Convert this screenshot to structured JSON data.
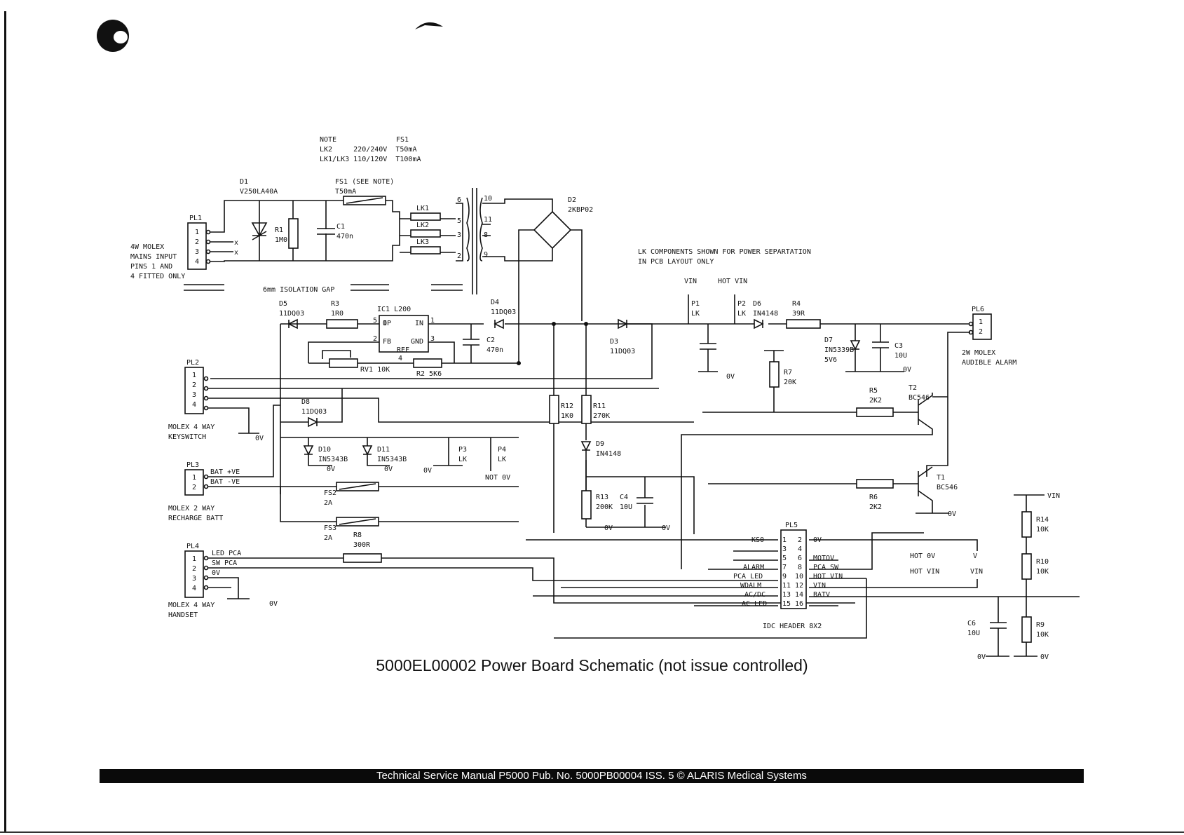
{
  "caption": "5000EL00002 Power Board Schematic (not issue controlled)",
  "footer": "Technical Service Manual P5000 Pub. No. 5000PB00004 ISS. 5 © ALARIS Medical Systems",
  "note": {
    "title": "NOTE",
    "col2": "FS1",
    "line1": "LK2     220/240V  T50mA",
    "line2": "LK1/LK3 110/120V  T100mA"
  },
  "lk_note": [
    "LK COMPONENTS SHOWN FOR POWER SEPARTATION",
    "IN PCB LAYOUT ONLY"
  ],
  "isolation_gap": "6mm ISOLATION GAP",
  "connectors": {
    "pl1": {
      "name": "PL1",
      "pins": [
        "1",
        "2",
        "3",
        "4"
      ],
      "desc": [
        "4W MOLEX",
        "MAINS INPUT",
        "PINS 1 AND",
        "4 FITTED ONLY"
      ]
    },
    "pl2": {
      "name": "PL2",
      "pins": [
        "1",
        "2",
        "3",
        "4"
      ],
      "desc": [
        "MOLEX 4 WAY",
        "KEYSWITCH"
      ]
    },
    "pl3": {
      "name": "PL3",
      "pins": [
        "1",
        "2"
      ],
      "signals": [
        "BAT +VE",
        "BAT -VE"
      ],
      "desc": [
        "MOLEX 2 WAY",
        "RECHARGE BATT"
      ]
    },
    "pl4": {
      "name": "PL4",
      "pins": [
        "1",
        "2",
        "3",
        "4"
      ],
      "signals": [
        "LED PCA",
        "SW PCA",
        "0V"
      ],
      "desc": [
        "MOLEX 4 WAY",
        "HANDSET"
      ]
    },
    "pl6": {
      "name": "PL6",
      "pins": [
        "1",
        "2"
      ],
      "desc": [
        "2W MOLEX",
        "AUDIBLE ALARM"
      ]
    }
  },
  "pl5": {
    "name": "PL5",
    "header": "IDC HEADER 8X2",
    "left_pins": [
      "1",
      "3",
      "5",
      "7",
      "9",
      "11",
      "13",
      "15"
    ],
    "right_pins": [
      "2",
      "4",
      "6",
      "8",
      "10",
      "12",
      "14",
      "16"
    ],
    "left_labels": [
      "KS0",
      "",
      "",
      "ALARM",
      "PCA LED",
      "WDALM",
      "AC/DC",
      "AC LED"
    ],
    "right_labels": [
      "0V",
      "",
      "MOTOV",
      "PCA SW",
      "HOT VIN",
      "VIN",
      "BATV",
      ""
    ]
  },
  "components": {
    "d1": [
      "D1",
      "V250LA40A"
    ],
    "r1": [
      "R1",
      "1M0"
    ],
    "c1": [
      "C1",
      "470n"
    ],
    "fs1": [
      "FS1 (SEE NOTE)",
      "T50mA"
    ],
    "lk1": "LK1",
    "lk2": "LK2",
    "lk3": "LK3",
    "d2": [
      "D2",
      "2KBP02"
    ],
    "d5": [
      "D5",
      "11DQ03"
    ],
    "r3": [
      "R3",
      "1R0"
    ],
    "ic1": "IC1 L200",
    "ic1_pins": {
      "op": "OP",
      "in": "IN",
      "fb": "FB",
      "gnd": "GND",
      "ref": "REF"
    },
    "ic1_pin_numbers": {
      "op": "5",
      "in": "1",
      "fb": "2",
      "gnd": "3",
      "ref": "4"
    },
    "d4": [
      "D4",
      "11DQ03"
    ],
    "c2": [
      "C2",
      "470n"
    ],
    "d3": [
      "D3",
      "11DQ03"
    ],
    "rv1": "RV1 10K",
    "r2": "R2 5K6",
    "d8": [
      "D8",
      "11DQ03"
    ],
    "d10": [
      "D10",
      "IN5343B"
    ],
    "d11": [
      "D11",
      "IN5343B"
    ],
    "p3": [
      "P3",
      "LK"
    ],
    "p4": [
      "P4",
      "LK"
    ],
    "fs2": [
      "FS2",
      "2A"
    ],
    "fs3": [
      "FS3",
      "2A"
    ],
    "r8": [
      "R8",
      "300R"
    ],
    "r12": [
      "R12",
      "1K0"
    ],
    "r11": [
      "R11",
      "270K"
    ],
    "d9": [
      "D9",
      "IN4148"
    ],
    "r13": [
      "R13",
      "200K"
    ],
    "c4": [
      "C4",
      "10U"
    ],
    "p1": [
      "P1",
      "LK"
    ],
    "p2": [
      "P2",
      "LK"
    ],
    "d6": [
      "D6",
      "IN4148"
    ],
    "r4": [
      "R4",
      "39R"
    ],
    "d7": [
      "D7",
      "IN5339B",
      "5V6"
    ],
    "c3": [
      "C3",
      "10U"
    ],
    "r7": [
      "R7",
      "20K"
    ],
    "r5": [
      "R5",
      "2K2"
    ],
    "t2": [
      "T2",
      "BC546"
    ],
    "r6": [
      "R6",
      "2K2"
    ],
    "t1": [
      "T1",
      "BC546"
    ],
    "r14": [
      "R14",
      "10K"
    ],
    "r10": [
      "R10",
      "10K"
    ],
    "r9": [
      "R9",
      "10K"
    ],
    "c6": [
      "C6",
      "10U"
    ]
  },
  "transformer_pins": [
    "6",
    "5",
    "3",
    "2",
    "10",
    "11",
    "8",
    "9"
  ],
  "net_labels": {
    "vin": "VIN",
    "hot_vin": "HOT VIN",
    "zero_v": "0V",
    "not_0v": "NOT 0V",
    "hot_0v": "HOT 0V",
    "v": "V"
  }
}
